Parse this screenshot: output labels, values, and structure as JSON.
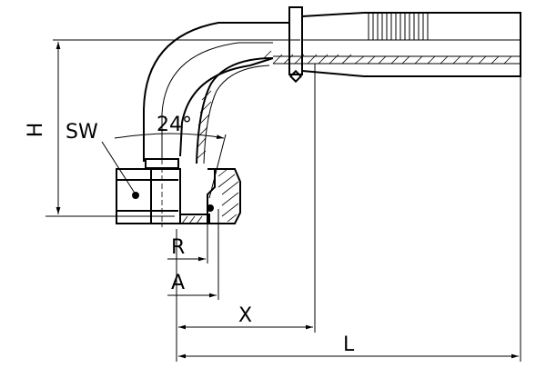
{
  "drawing": {
    "labels": {
      "H": "H",
      "SW": "SW",
      "angle": "24°",
      "R": "R",
      "A": "A",
      "X": "X",
      "L": "L"
    }
  }
}
